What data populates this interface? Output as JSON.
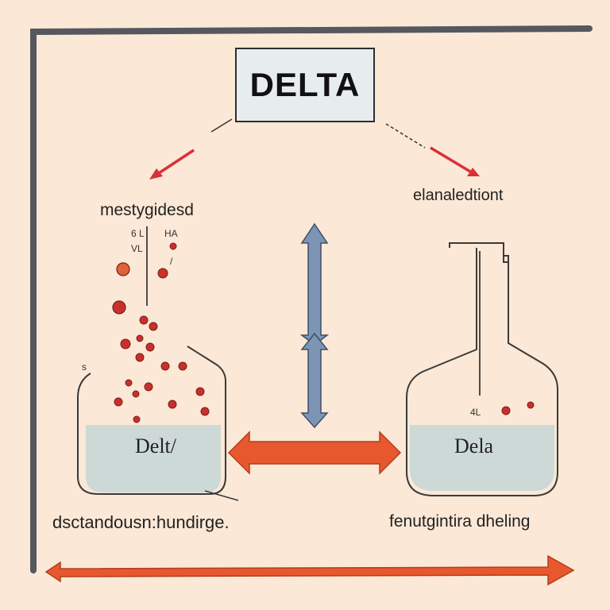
{
  "title": "DELTA",
  "left_label": "mestygidesd",
  "right_label": "elanaledtiont",
  "left_beaker_text": "Delt/",
  "right_beaker_text": "Dela",
  "left_caption": "dsctandousn:hundirge.",
  "right_caption": "fenutgintira dheling",
  "tiny_labels": {
    "a": "6 L",
    "b": "HA",
    "c": "VL",
    "d": "/",
    "e": "s",
    "f": "4L"
  },
  "colors": {
    "background": "#fbe8d6",
    "frame": "#55585e",
    "red_arrow": "#d9303a",
    "orange_arrow": "#e8582e",
    "blue_arrow": "#7d95b5",
    "liquid": "#cdd9d6",
    "particle": "#c9302c"
  },
  "icons": {
    "red_arrow": "red-arrow-icon",
    "double_arrow": "double-arrow-icon",
    "particle": "particle-icon",
    "flask": "flask-icon",
    "beaker": "beaker-icon"
  }
}
